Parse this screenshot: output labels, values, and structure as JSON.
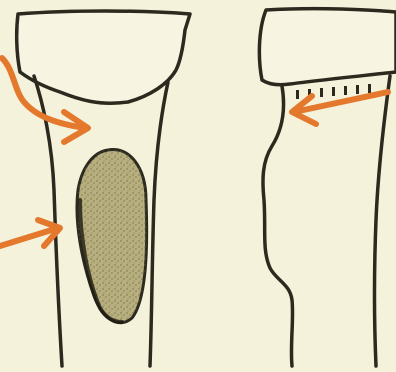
{
  "figure": {
    "panels": [
      {
        "id": "left-bone",
        "features": [
          "bone-cap",
          "bone-shaft",
          "oval-lesion"
        ],
        "arrows": [
          "curved-arrow-to-shaft",
          "straight-arrow-to-lesion"
        ]
      },
      {
        "id": "right-bone",
        "features": [
          "bone-cap",
          "dotted-band",
          "irregular-shaft"
        ],
        "arrows": [
          "straight-arrow-to-band"
        ]
      }
    ],
    "colors": {
      "background": "#f5f2dc",
      "ink": "#2c2a1e",
      "arrow": "#e4782d",
      "lesion_fill": "#b8af7e",
      "lesion_speckle": "#6d6848"
    }
  }
}
